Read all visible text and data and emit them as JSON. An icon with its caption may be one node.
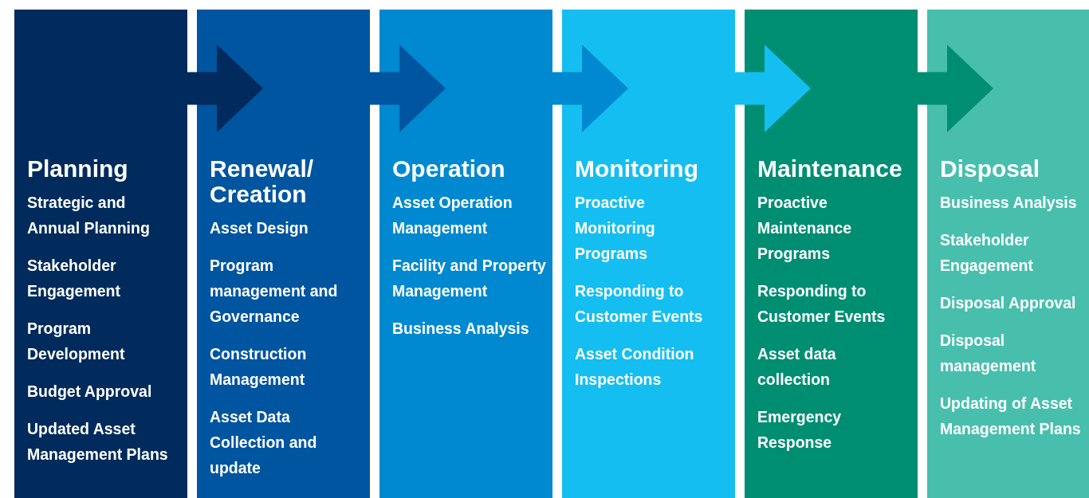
{
  "diagram": {
    "nodes": [
      {
        "text": [
          "Planning",
          "Strategic and Annual Planning",
          "Stakeholder Engagement",
          "Program Development",
          "Budget Approval",
          "Updated Asset Management Plans"
        ]
      },
      {
        "text": [
          "Renewal/ Creation",
          "Asset Design",
          "Program management and Governance",
          "Construction Management",
          "Asset Data Collection and update"
        ]
      },
      {
        "text": [
          "Operation",
          "Asset Operation Management",
          "Facility and Property Management",
          "Business Analysis"
        ]
      },
      {
        "text": [
          "Monitoring",
          "Proactive Monitoring Programs",
          "Responding to Customer Events",
          "Asset Condition Inspections"
        ]
      },
      {
        "text": [
          "Maintenance",
          "Proactive Maintenance Programs",
          "Responding to Customer Events",
          "Asset data collection",
          "Emergency Response"
        ]
      },
      {
        "text": [
          "Disposal",
          "Business Analysis",
          "Stakeholder Engagement",
          "Disposal Approval",
          "Disposal management",
          "Updating of Asset Management Plans"
        ]
      }
    ],
    "edges": [
      {
        "from": 0,
        "to": 1,
        "arrow": "to",
        "color": "#002b5c"
      },
      {
        "from": 1,
        "to": 2,
        "arrow": "to",
        "color": "#0055a0"
      },
      {
        "from": 2,
        "to": 3,
        "arrow": "to",
        "color": "#0089d0"
      },
      {
        "from": 3,
        "to": 4,
        "arrow": "to",
        "color": "#15bef0"
      },
      {
        "from": 4,
        "to": 5,
        "arrow": "to",
        "color": "#008e72"
      }
    ]
  }
}
